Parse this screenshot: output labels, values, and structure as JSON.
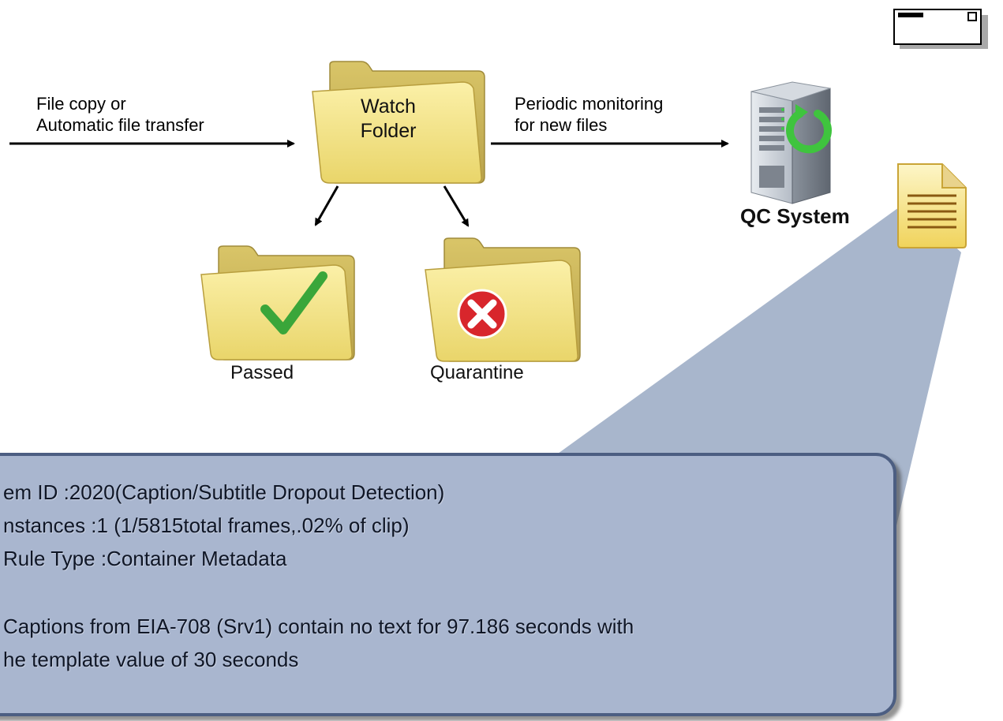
{
  "source": {
    "line1": "File copy or",
    "line2": "Automatic file transfer"
  },
  "watch_folder": {
    "line1": "Watch",
    "line2": "Folder"
  },
  "monitor": {
    "line1": "Periodic monitoring",
    "line2": "for new files"
  },
  "qc_system": {
    "label": "QC System"
  },
  "passed": {
    "label": "Passed"
  },
  "quarantine": {
    "label": "Quarantine"
  },
  "report": {
    "line1": "em ID :2020(Caption/Subtitle Dropout Detection)",
    "line2": "nstances :1 (1/5815total frames,.02% of clip)",
    "line3": "Rule Type :Container Metadata",
    "line4": "Captions from EIA-708 (Srv1) contain no text for 97.186 seconds with",
    "line5": "he template value of 30 seconds"
  },
  "colors": {
    "report_fill": "#a9b6cf",
    "report_border": "#4c5e82",
    "callout": "#a8b6cc",
    "folder": "#f3e17d",
    "check": "#3aa63a",
    "error": "#d8262c",
    "refresh": "#39c43c"
  },
  "icons": {
    "watch_folder": "folder-icon",
    "passed": "folder-check-icon",
    "quarantine": "folder-error-icon",
    "qc_system": "server-icon",
    "report": "document-icon",
    "window": "window-icon"
  }
}
